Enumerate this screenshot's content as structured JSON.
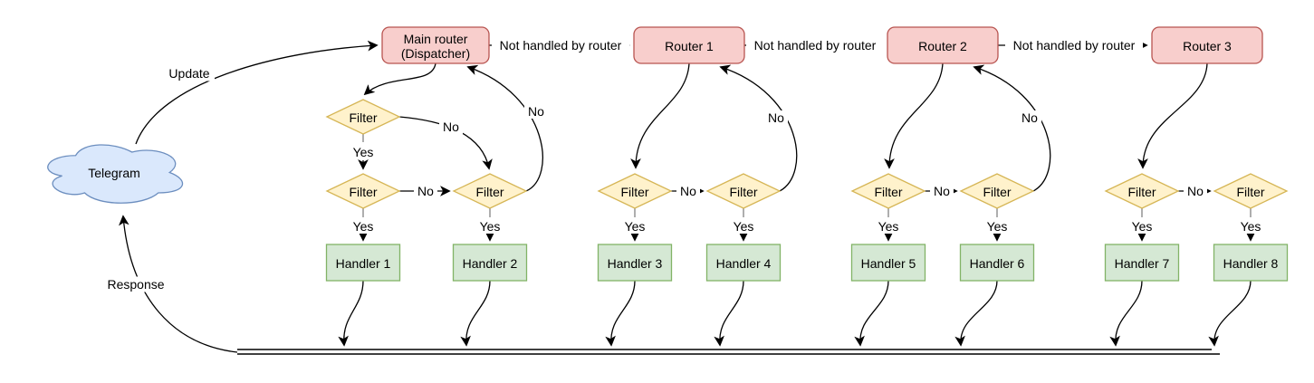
{
  "cloud": {
    "label": "Telegram"
  },
  "dispatcher": {
    "line1": "Main router",
    "line2": "(Dispatcher)"
  },
  "routers": [
    "Router 1",
    "Router 2",
    "Router 3"
  ],
  "filters": {
    "label": "Filter"
  },
  "handlers": [
    "Handler 1",
    "Handler 2",
    "Handler 3",
    "Handler 4",
    "Handler 5",
    "Handler 6",
    "Handler 7",
    "Handler 8"
  ],
  "edge_labels": {
    "update": "Update",
    "response": "Response",
    "not_handled": "Not handled by router",
    "yes": "Yes",
    "no": "No"
  },
  "colors": {
    "router_fill": "#f8cecc",
    "router_stroke": "#b85450",
    "filter_fill": "#fff2cc",
    "filter_stroke": "#d6b656",
    "handler_fill": "#d5e8d4",
    "handler_stroke": "#82b366",
    "cloud_fill": "#dae8fc",
    "cloud_stroke": "#6c8ebf",
    "edge_stroke": "#000000",
    "stub_stroke": "#999999"
  }
}
